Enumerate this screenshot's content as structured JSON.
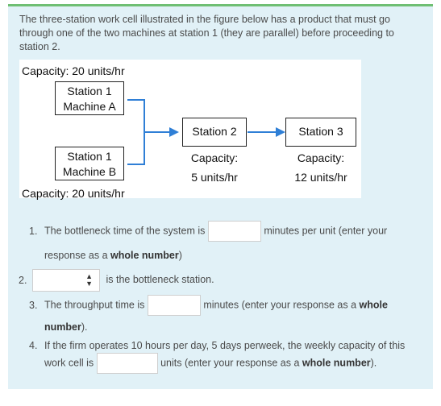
{
  "intro": "The three-station work cell illustrated in the figure below has a product that must go through one of the two machines at station 1 (they are parallel) before proceeding to station 2.",
  "figure": {
    "capacity_top": "Capacity: 20 units/hr",
    "machine_a": {
      "line1": "Station 1",
      "line2": "Machine A"
    },
    "machine_b": {
      "line1": "Station 1",
      "line2": "Machine B"
    },
    "capacity_bottom": "Capacity: 20 units/hr",
    "station2": {
      "label": "Station 2",
      "cap_label": "Capacity:",
      "cap_value": "5 units/hr"
    },
    "station3": {
      "label": "Station 3",
      "cap_label": "Capacity:",
      "cap_value": "12 units/hr"
    },
    "connector_color": "#2f7fd6"
  },
  "questions": {
    "q1": {
      "num": "1.",
      "pre": "The bottleneck time of the system is",
      "post": "minutes per unit (enter your",
      "line2_pre": "response as a",
      "line2_bold": "whole number",
      "line2_post": ")",
      "value": ""
    },
    "q2": {
      "num": "2.",
      "post": "is the bottleneck station.",
      "selected": ""
    },
    "q3": {
      "num": "3.",
      "pre": "The throughput time is",
      "post": "minutes (enter your response as a",
      "bold1": "whole",
      "line2_bold": "number",
      "line2_post": ").",
      "value": ""
    },
    "q4": {
      "num": "4.",
      "line1": "If the firm operates 10 hours per day, 5 days perweek, the weekly capacity of this",
      "pre": "work cell is",
      "post": "units (enter your response as a",
      "bold": "whole number",
      "end": ").",
      "value": ""
    }
  }
}
